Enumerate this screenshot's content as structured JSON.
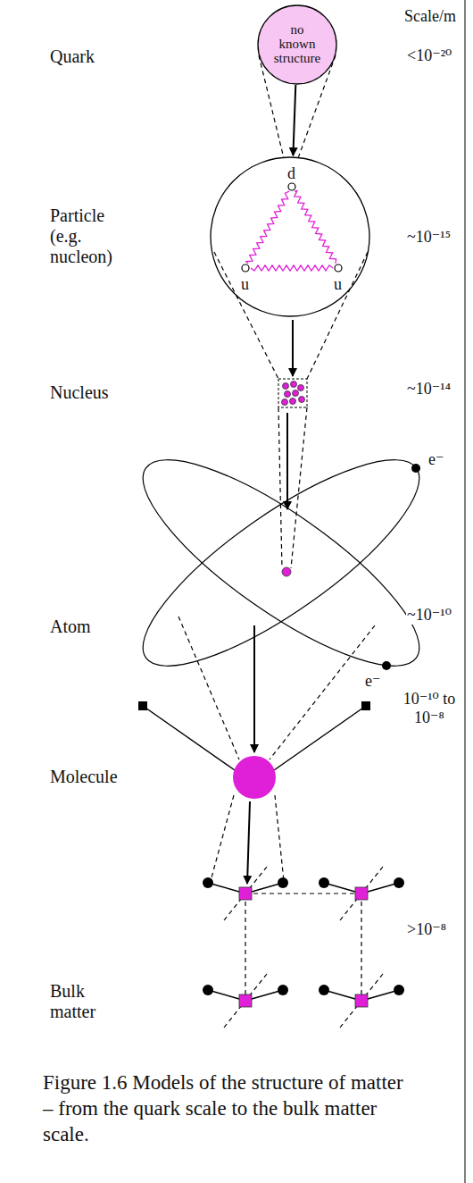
{
  "diagram": {
    "caption": "Figure 1.6 Models of the structure of matter – from the quark scale to the bulk matter scale.",
    "nodes": [
      {
        "text": [
          "no known structure"
        ]
      },
      {
        "text": [
          "d",
          "u",
          "u"
        ]
      }
    ],
    "edges": [
      {
        "from": 0,
        "to": 1,
        "arrow": "to"
      }
    ],
    "labels": [
      "Scale/m",
      "Quark",
      "<10⁻²⁰",
      "Particle (e.g. nucleon)",
      "~10⁻¹⁵",
      "Nucleus",
      "~10⁻¹⁴",
      "e⁻",
      "Atom",
      "~10⁻¹⁰",
      "e⁻",
      "Molecule",
      "10⁻¹⁰ to 10⁻⁸",
      ">10⁻⁸",
      "Bulk matter"
    ]
  }
}
